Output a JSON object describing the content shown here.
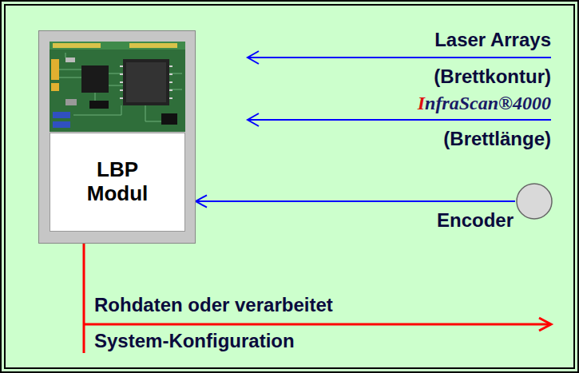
{
  "diagram": {
    "nodes": [
      {
        "text": [
          "LBP Modul"
        ]
      },
      {
        "text": [
          "Encoder"
        ]
      }
    ],
    "edges": [
      {
        "from": 1,
        "to": 0,
        "arrow": "to"
      }
    ],
    "labels": [
      "Laser Arrays",
      "(Brettkontur)",
      "InfraScan®4000",
      "(Brettlänge)",
      "Rohdaten oder verarbeitet",
      "System-Konfiguration"
    ]
  }
}
